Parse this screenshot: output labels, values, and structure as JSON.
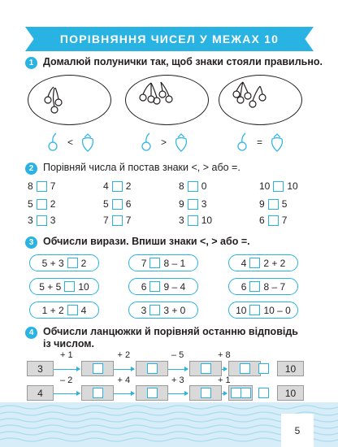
{
  "title": "ПОРІВНЯННЯ ЧИСЕЛ У МЕЖАХ 10",
  "task1": {
    "num": "1",
    "text": "Домалюй полунички так, щоб знаки стояли правильно.",
    "signs": [
      "<",
      ">",
      "="
    ]
  },
  "task2": {
    "num": "2",
    "text": "Порівняй числа й постав знаки <, > або =.",
    "columns": [
      [
        [
          "8",
          "7"
        ],
        [
          "5",
          "2"
        ],
        [
          "3",
          "3"
        ]
      ],
      [
        [
          "4",
          "2"
        ],
        [
          "5",
          "6"
        ],
        [
          "7",
          "7"
        ]
      ],
      [
        [
          "8",
          "0"
        ],
        [
          "9",
          "3"
        ],
        [
          "3",
          "10"
        ]
      ],
      [
        [
          "10",
          "10"
        ],
        [
          "9",
          "5"
        ],
        [
          "6",
          "7"
        ]
      ]
    ]
  },
  "task3": {
    "num": "3",
    "text": "Обчисли вирази. Впиши знаки <, > або =.",
    "pills": [
      [
        "5 + 3",
        "2"
      ],
      [
        "7",
        "8 – 1"
      ],
      [
        "4",
        "2 + 2"
      ],
      [
        "5 + 5",
        "10"
      ],
      [
        "6",
        "9 – 4"
      ],
      [
        "6",
        "8 – 7"
      ],
      [
        "1 + 2",
        "4"
      ],
      [
        "3",
        "3 + 0"
      ],
      [
        "10",
        "10 – 0"
      ]
    ]
  },
  "task4": {
    "num": "4",
    "text_line1": "Обчисли ланцюжки й порівняй останню відповідь",
    "text_line2": "із числом.",
    "chain1": {
      "start": "3",
      "ops": [
        "+ 1",
        "+ 2",
        "– 5",
        "+ 8"
      ],
      "end": "10"
    },
    "chain2": {
      "start": "4",
      "ops": [
        "– 2",
        "+ 4",
        "+ 3",
        "+ 1"
      ],
      "end": "10"
    }
  },
  "page_number": "5",
  "colors": {
    "accent": "#29b3e3",
    "gray": "#d9d9d9"
  }
}
